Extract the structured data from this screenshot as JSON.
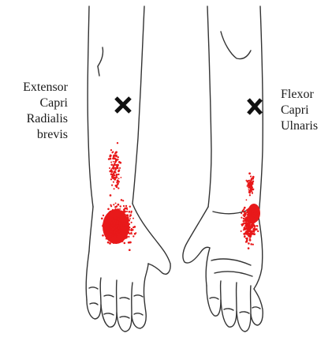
{
  "labels": {
    "left": [
      "Extensor",
      "Capri",
      "Radialis",
      "brevis"
    ],
    "right": [
      "Flexor",
      "Capri",
      "Ulnaris"
    ]
  },
  "colors": {
    "outline": "#333333",
    "trigger_point": "#111111",
    "referred_pain": "#e8191a"
  },
  "icons": {
    "trigger_point": "x-mark-icon"
  }
}
